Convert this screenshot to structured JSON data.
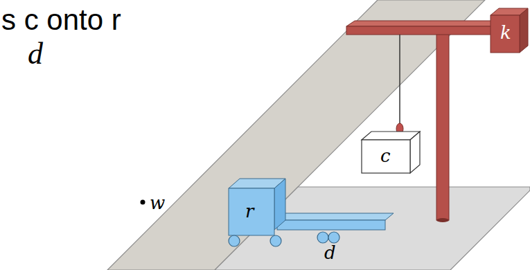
{
  "diagram": {
    "labels": [
      "s c onto r",
      "d",
      "k",
      "c",
      "r",
      "w",
      "d"
    ]
  }
}
